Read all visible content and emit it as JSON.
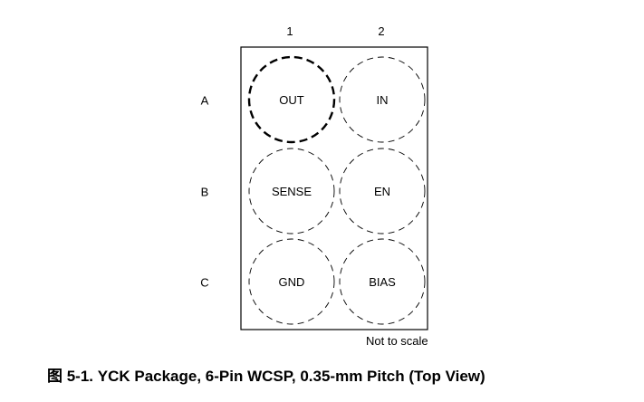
{
  "columns": [
    "1",
    "2"
  ],
  "rows": [
    "A",
    "B",
    "C"
  ],
  "pins": [
    {
      "id": "A1",
      "name": "OUT",
      "highlighted": true
    },
    {
      "id": "A2",
      "name": "IN",
      "highlighted": false
    },
    {
      "id": "B1",
      "name": "SENSE",
      "highlighted": false
    },
    {
      "id": "B2",
      "name": "EN",
      "highlighted": false
    },
    {
      "id": "C1",
      "name": "GND",
      "highlighted": false
    },
    {
      "id": "C2",
      "name": "BIAS",
      "highlighted": false
    }
  ],
  "note": "Not to scale",
  "caption": "图 5-1. YCK Package, 6-Pin WCSP, 0.35-mm Pitch (Top View)"
}
